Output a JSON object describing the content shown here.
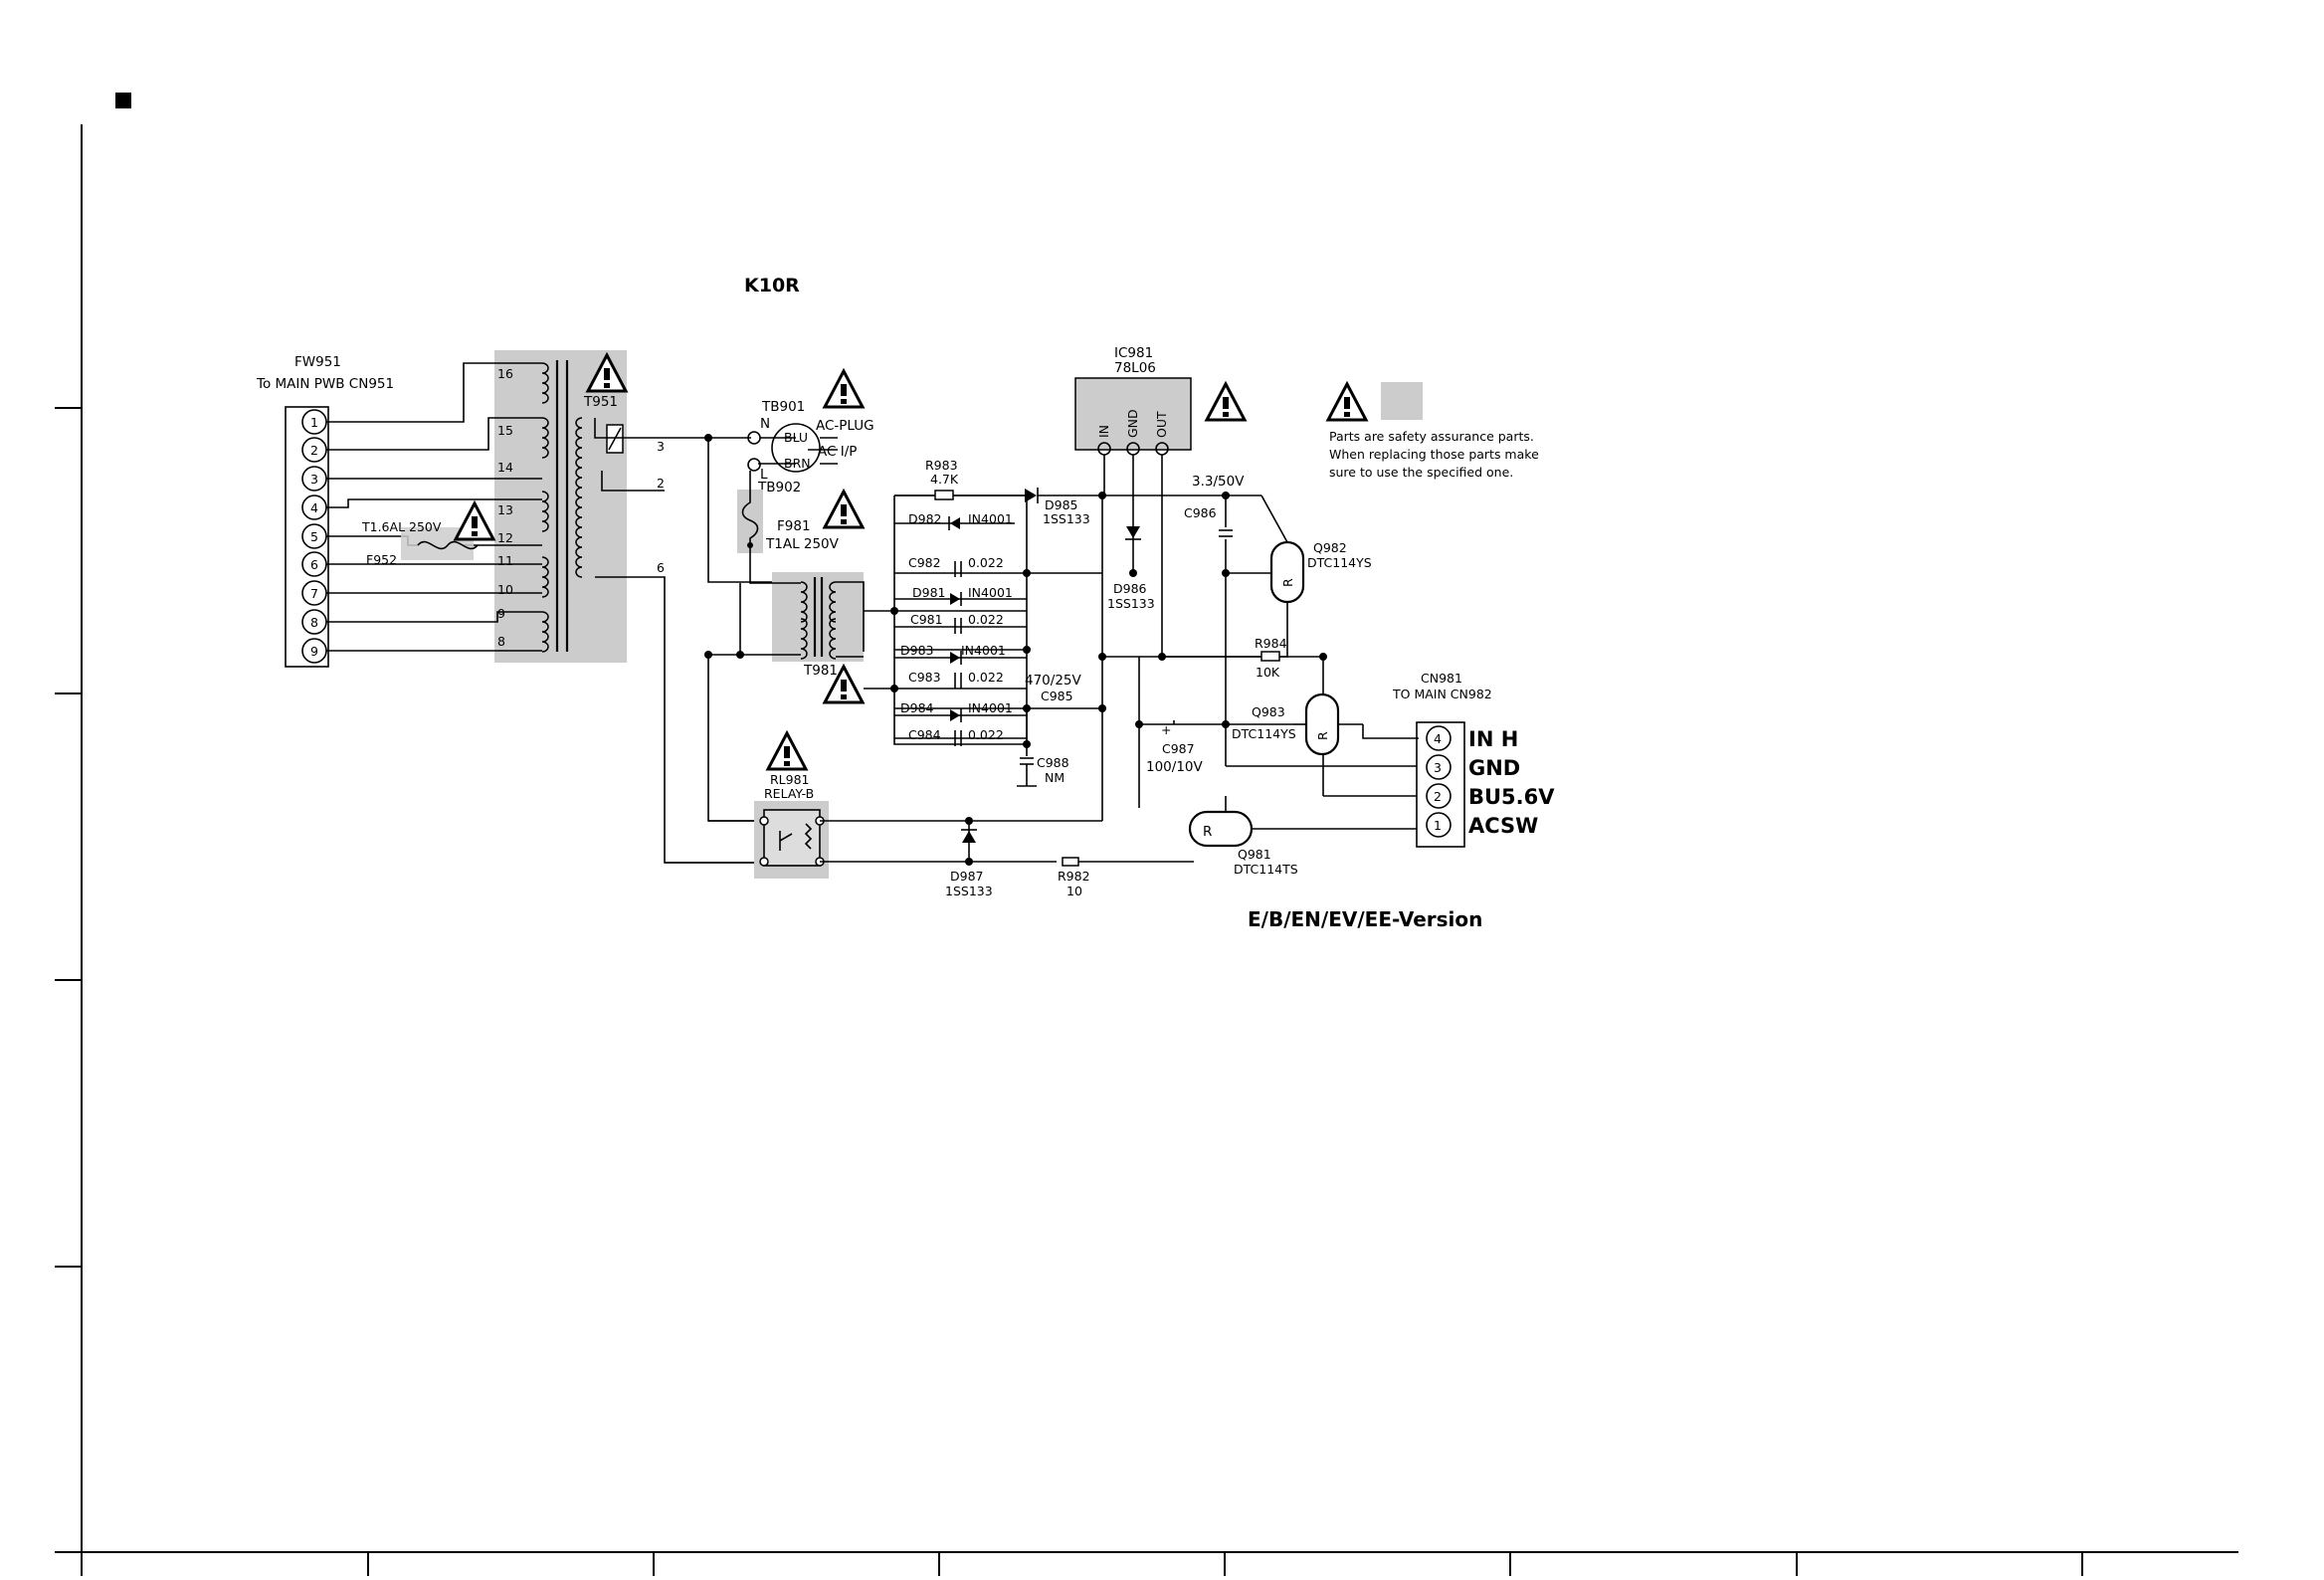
{
  "title": "K10R",
  "version": "E/B/EN/EV/EE-Version",
  "legend": {
    "note_lines": [
      "Parts are safety assurance parts.",
      "When replacing those parts make",
      "sure to use the specified one."
    ]
  },
  "fw951": {
    "ref": "FW951",
    "desc": "To MAIN PWB CN951",
    "pins": [
      "1",
      "2",
      "3",
      "4",
      "5",
      "6",
      "7",
      "8",
      "9"
    ]
  },
  "t951": {
    "ref": "T951",
    "primary_pins": [
      "16",
      "15",
      "14",
      "13",
      "12",
      "11",
      "10",
      "9",
      "8"
    ],
    "secondary_pins": [
      "3",
      "2",
      "6"
    ]
  },
  "f952": {
    "ref": "F952",
    "rating": "T1.6AL  250V"
  },
  "tb901": {
    "ref": "TB901",
    "n": "N",
    "blu": "BLU",
    "brn": "BRN",
    "label1": "AC-PLUG",
    "label2": "AC  I/P"
  },
  "tb902": {
    "ref": "TB902",
    "l": "L"
  },
  "f981": {
    "ref": "F981",
    "rating": "T1AL  250V"
  },
  "t981": {
    "ref": "T981"
  },
  "rl981": {
    "ref": "RL981",
    "type": "RELAY-B"
  },
  "ic981": {
    "ref": "IC981",
    "part": "78L06",
    "pin_in": "IN",
    "pin_gnd": "GND",
    "pin_out": "OUT"
  },
  "r983": {
    "ref": "R983",
    "value": "4.7K"
  },
  "d985": {
    "ref": "D985",
    "part": "1SS133"
  },
  "d986": {
    "ref": "D986",
    "part": "1SS133"
  },
  "d987": {
    "ref": "D987",
    "part": "1SS133"
  },
  "d982": {
    "ref": "D982",
    "part": "IN4001"
  },
  "d981": {
    "ref": "D981",
    "part": "IN4001"
  },
  "d983": {
    "ref": "D983",
    "part": "IN4001"
  },
  "d984": {
    "ref": "D984",
    "part": "IN4001"
  },
  "c982": {
    "ref": "C982",
    "value": "0.022"
  },
  "c981": {
    "ref": "C981",
    "value": "0.022"
  },
  "c983": {
    "ref": "C983",
    "value": "0.022"
  },
  "c984": {
    "ref": "C984",
    "value": "0.022"
  },
  "c985": {
    "ref": "C985",
    "value": "470/25V"
  },
  "c986": {
    "ref": "C986",
    "value": "3.3/50V"
  },
  "c987": {
    "ref": "C987",
    "value": "100/10V",
    "plus": "+"
  },
  "c988": {
    "ref": "C988",
    "value": "NM"
  },
  "r984": {
    "ref": "R984",
    "value": "10K"
  },
  "r982": {
    "ref": "R982",
    "value": "10"
  },
  "q982": {
    "ref": "Q982",
    "part": "DTC114YS",
    "symbol": "R"
  },
  "q983": {
    "ref": "Q983",
    "part": "DTC114YS",
    "symbol": "R"
  },
  "q981": {
    "ref": "Q981",
    "part": "DTC114TS",
    "symbol": "R"
  },
  "cn981": {
    "ref": "CN981",
    "desc": "TO MAIN CN982",
    "pins": [
      {
        "num": "4",
        "name": "IN H"
      },
      {
        "num": "3",
        "name": "GND"
      },
      {
        "num": "2",
        "name": "BU5.6V"
      },
      {
        "num": "1",
        "name": "ACSW"
      }
    ]
  }
}
